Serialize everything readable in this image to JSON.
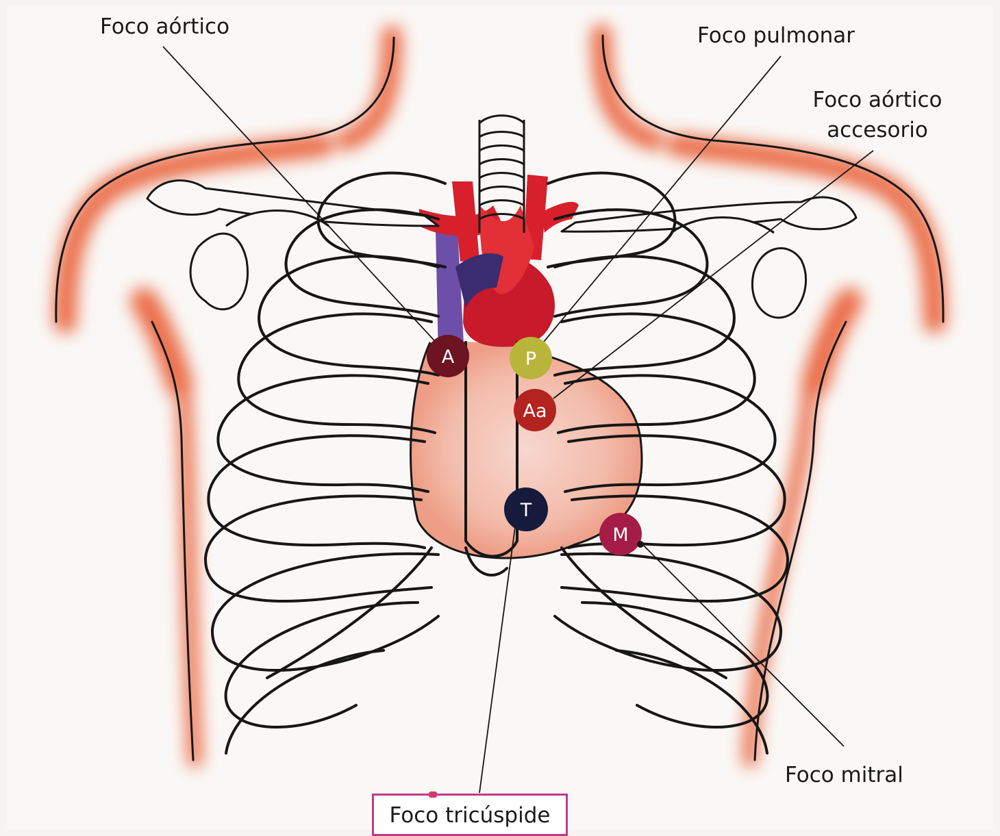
{
  "labels": {
    "aortic": "Foco aórtico",
    "pulmonary": "Foco pulmonar",
    "accessory_aortic_line1": "Foco aórtico",
    "accessory_aortic_line2": "accesorio",
    "mitral": "Foco mitral",
    "tricuspid": "Foco tricúspide"
  },
  "foci": [
    {
      "letter": "A",
      "color": "#6e1322"
    },
    {
      "letter": "P",
      "color": "#b9b53a"
    },
    {
      "letter": "Aa",
      "color": "#b3231f"
    },
    {
      "letter": "T",
      "color": "#161a3b"
    },
    {
      "letter": "M",
      "color": "#a51d47"
    }
  ],
  "colors": {
    "skin_shading": "#e8552a",
    "outline": "#161616",
    "heart": "#d8202c",
    "veins": "#6d4ea8",
    "tricuspid_box": "#c03a86"
  }
}
